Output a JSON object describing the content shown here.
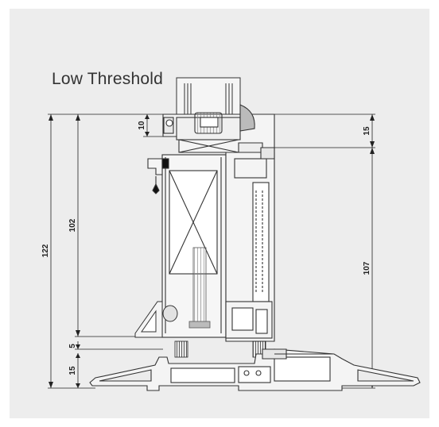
{
  "title": "Low Threshold",
  "dimensions": {
    "top_gap": "10",
    "frame_height": "102",
    "overall_height": "122",
    "bottom_step": "5",
    "threshold_height": "15",
    "right_top": "15",
    "right_height": "107"
  },
  "colors": {
    "background": "#ededed",
    "profile": "#f4f4f4",
    "stroke": "#333333",
    "hatch": "#8a8a8a",
    "dim_line": "#222222"
  }
}
